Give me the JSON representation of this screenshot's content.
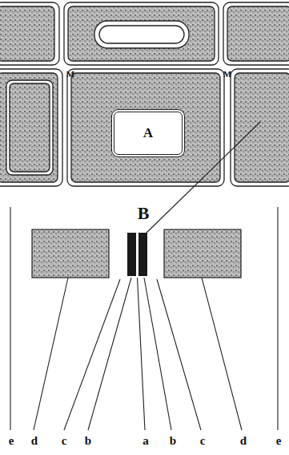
{
  "diagram": {
    "nodes": [
      {
        "text": [
          "A"
        ]
      }
    ],
    "labels": [
      "M",
      "M",
      "B",
      "e",
      "d",
      "c",
      "b",
      "a",
      "b",
      "c",
      "d",
      "e"
    ]
  }
}
